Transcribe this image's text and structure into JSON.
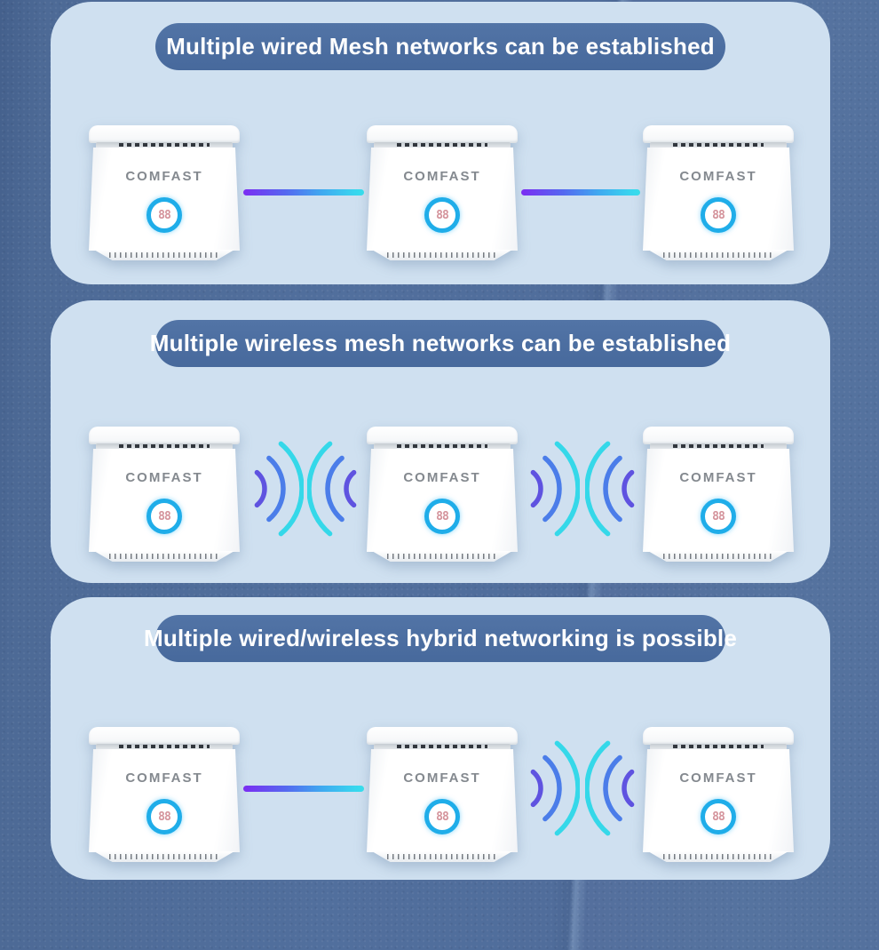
{
  "page_background": "#50699a",
  "panel_background": "#cfe0f0",
  "banner": {
    "background": "#4b6fa3",
    "text_color": "#ffffff"
  },
  "led": {
    "ring_color": "#1fade9",
    "digits_color": "#d4939b"
  },
  "wire": {
    "gradient_start": "#7b2df2",
    "gradient_end": "#37e2ee"
  },
  "wifi": {
    "arc_inner": "#5f53e0",
    "arc_middle": "#4b7de9",
    "arc_outer": "#35d8e9"
  },
  "panels": [
    {
      "title": "Multiple wired Mesh networks can be established",
      "link_types": [
        "wired",
        "wired"
      ],
      "devices": [
        {
          "brand": "COMFAST",
          "led_display": "88"
        },
        {
          "brand": "COMFAST",
          "led_display": "88"
        },
        {
          "brand": "COMFAST",
          "led_display": "88"
        }
      ]
    },
    {
      "title": "Multiple wireless mesh networks can be established",
      "link_types": [
        "wireless",
        "wireless"
      ],
      "devices": [
        {
          "brand": "COMFAST",
          "led_display": "88"
        },
        {
          "brand": "COMFAST",
          "led_display": "88"
        },
        {
          "brand": "COMFAST",
          "led_display": "88"
        }
      ]
    },
    {
      "title": "Multiple wired/wireless hybrid networking is possible",
      "link_types": [
        "wired",
        "wireless"
      ],
      "devices": [
        {
          "brand": "COMFAST",
          "led_display": "88"
        },
        {
          "brand": "COMFAST",
          "led_display": "88"
        },
        {
          "brand": "COMFAST",
          "led_display": "88"
        }
      ]
    }
  ]
}
